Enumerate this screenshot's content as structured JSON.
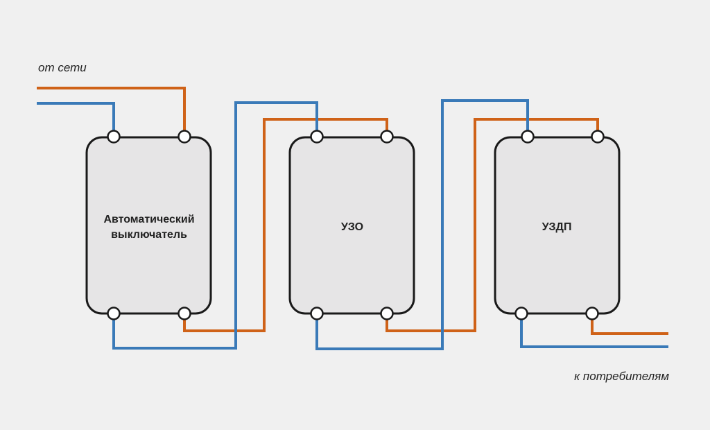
{
  "colors": {
    "phase_wire": "#cf6218",
    "neutral_wire": "#3a7ab8",
    "background": "#f0f0f0",
    "device_fill": "#e6e5e6"
  },
  "labels": {
    "input": "от сети",
    "output": "к потребителям"
  },
  "devices": [
    {
      "line1": "Автоматический",
      "line2": "выключатель"
    },
    {
      "line1": "УЗО",
      "line2": ""
    },
    {
      "line1": "УЗДП",
      "line2": ""
    }
  ]
}
